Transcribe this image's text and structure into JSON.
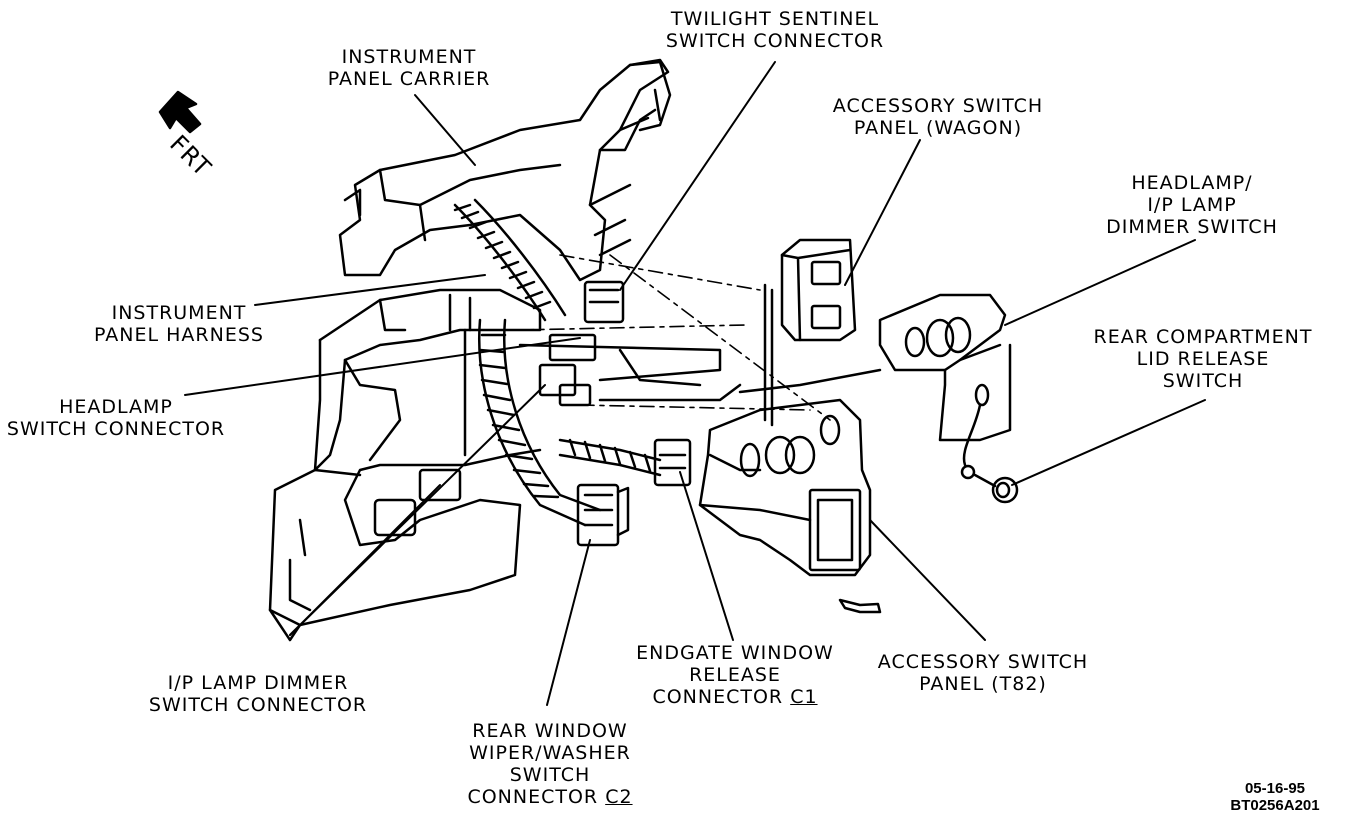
{
  "diagram": {
    "labels": {
      "twilight_sentinel": [
        "TWILIGHT SENTINEL",
        "SWITCH CONNECTOR"
      ],
      "instrument_panel_carrier": [
        "INSTRUMENT",
        "PANEL CARRIER"
      ],
      "accessory_switch_wagon": [
        "ACCESSORY SWITCH",
        "PANEL (WAGON)"
      ],
      "headlamp_dimmer": [
        "HEADLAMP/",
        "I/P LAMP",
        "DIMMER SWITCH"
      ],
      "instrument_panel_harness": [
        "INSTRUMENT",
        "PANEL HARNESS"
      ],
      "rear_compartment": [
        "REAR COMPARTMENT",
        "LID RELEASE",
        "SWITCH"
      ],
      "headlamp_switch_connector": [
        "HEADLAMP",
        "SWITCH CONNECTOR"
      ],
      "ip_lamp_dimmer_connector": [
        "I/P LAMP DIMMER",
        "SWITCH CONNECTOR"
      ],
      "endgate_window": [
        "ENDGATE WINDOW",
        "RELEASE",
        "CONNECTOR"
      ],
      "endgate_window_code": "C1",
      "accessory_switch_t82": [
        "ACCESSORY SWITCH",
        "PANEL (T82)"
      ],
      "rear_window_wiper": [
        "REAR WINDOW",
        "WIPER/WASHER",
        "SWITCH",
        "CONNECTOR"
      ],
      "rear_window_wiper_code": "C2"
    },
    "front_marker": "FRT",
    "stamp": [
      "05-16-95",
      "BT0256A201"
    ]
  }
}
